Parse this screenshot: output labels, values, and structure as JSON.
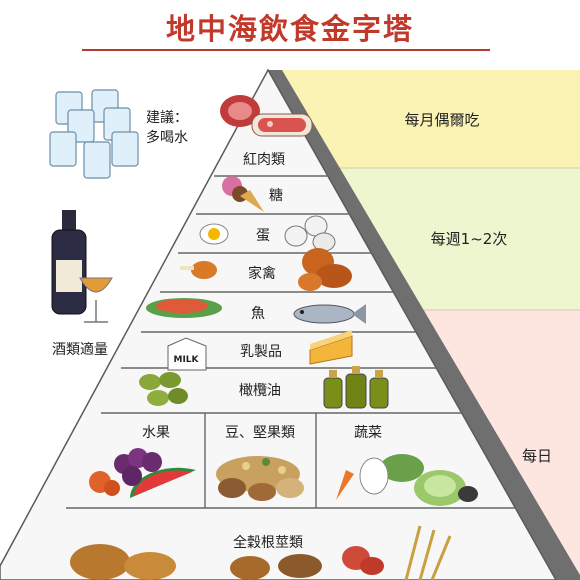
{
  "title": "地中海飲食金字塔",
  "frequency_bands": {
    "monthly": "每月偶爾吃",
    "weekly": "每週1~2次",
    "daily": "每日"
  },
  "tiers": {
    "red_meat": "紅肉類",
    "sweets": "糖",
    "eggs": "蛋",
    "poultry": "家禽",
    "fish": "魚",
    "dairy": "乳製品",
    "olive_oil": "橄欖油",
    "fruit": "水果",
    "beans_nuts": "豆、堅果類",
    "vegetables": "蔬菜",
    "grains": "全穀根莖類"
  },
  "side_notes": {
    "water_line1": "建議：",
    "water_line2": "多喝水",
    "wine": "酒類適量"
  },
  "milk_carton_label": "MILK",
  "colors": {
    "title": "#c0392b",
    "band_monthly": "#fbf3b4",
    "band_weekly": "#eef6d0",
    "band_daily": "#fde6e0",
    "pyramid_outline": "#555555"
  }
}
